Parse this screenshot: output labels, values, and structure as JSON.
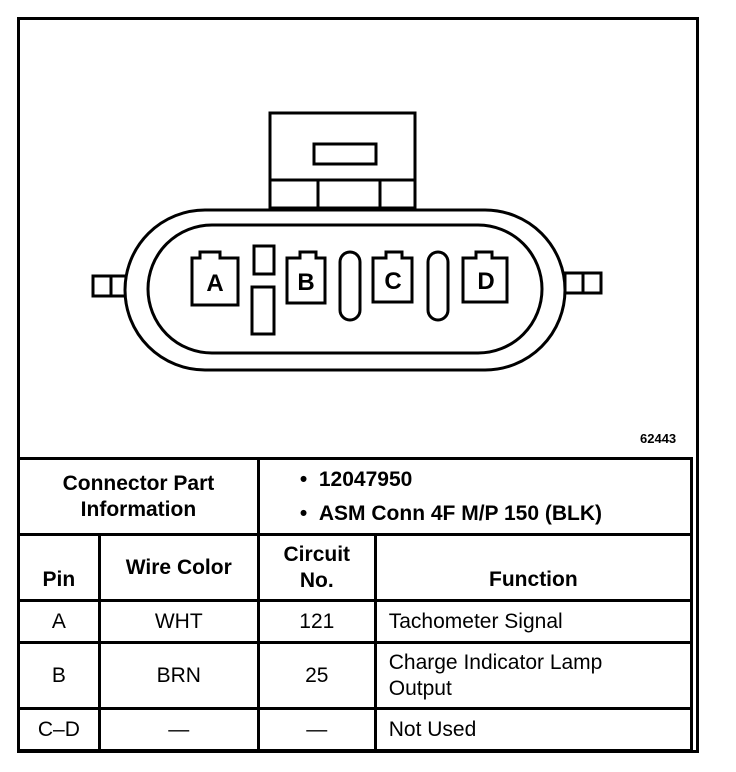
{
  "diagram": {
    "figure_number": "62443",
    "pins": [
      "A",
      "B",
      "C",
      "D"
    ]
  },
  "connector_info": {
    "label": "Connector Part Information",
    "items": [
      "12047950",
      "ASM Conn 4F M/P 150 (BLK)"
    ]
  },
  "table": {
    "headers": {
      "pin": "Pin",
      "wire_color": "Wire Color",
      "circuit_no": "Circuit No.",
      "function": "Function"
    },
    "rows": [
      {
        "pin": "A",
        "wire_color": "WHT",
        "circuit_no": "121",
        "function": "Tachometer Signal"
      },
      {
        "pin": "B",
        "wire_color": "BRN",
        "circuit_no": "25",
        "function": "Charge Indicator Lamp Output"
      },
      {
        "pin": "C–D",
        "wire_color": "—",
        "circuit_no": "—",
        "function": "Not Used"
      }
    ]
  }
}
